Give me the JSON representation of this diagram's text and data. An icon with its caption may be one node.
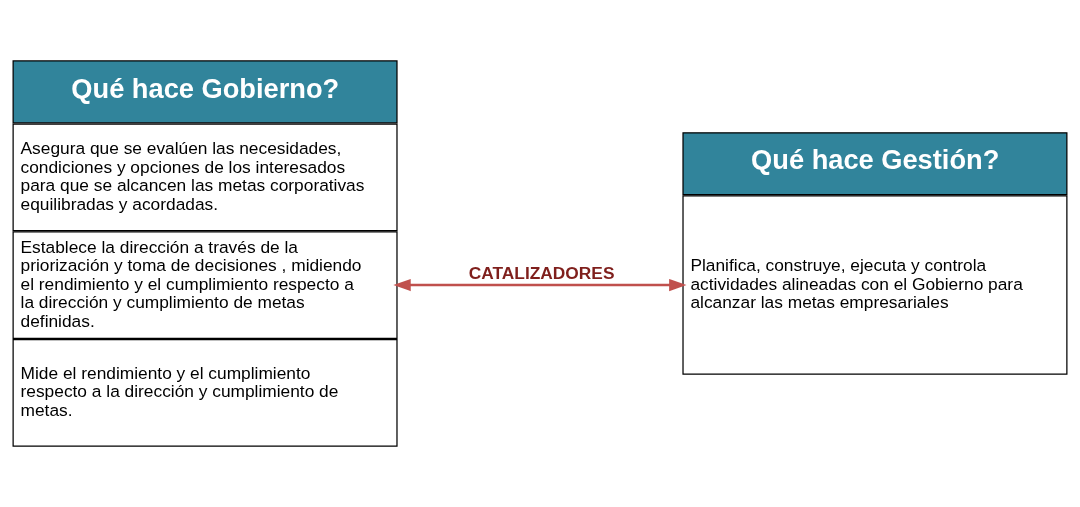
{
  "diagram": {
    "nodes": [
      {
        "text": [
          "Qué hace Gobierno?"
        ]
      },
      {
        "text": [
          "Asegura que se evalúen las necesidades, condiciones y opciones de los interesados para que se alcancen las metas corporativas equilibradas y acordadas."
        ]
      },
      {
        "text": [
          "Establece la dirección a través de la priorización y toma de decisiones , midiendo el rendimiento y el cumplimiento respecto a la dirección y cumplimiento de metas definidas."
        ]
      },
      {
        "text": [
          "Mide el rendimiento y el cumplimiento respecto a la dirección y cumplimiento de metas."
        ]
      },
      {
        "text": [
          "Qué hace Gestión?"
        ]
      },
      {
        "text": [
          "Planifica, construye, ejecuta y controla actividades alineadas con el Gobierno para alcanzar las metas empresariales"
        ]
      }
    ],
    "edges": [
      {
        "from": 2,
        "to": 5,
        "arrow": "both",
        "label": "CATALIZADORES",
        "color": "#c0504d"
      }
    ]
  }
}
